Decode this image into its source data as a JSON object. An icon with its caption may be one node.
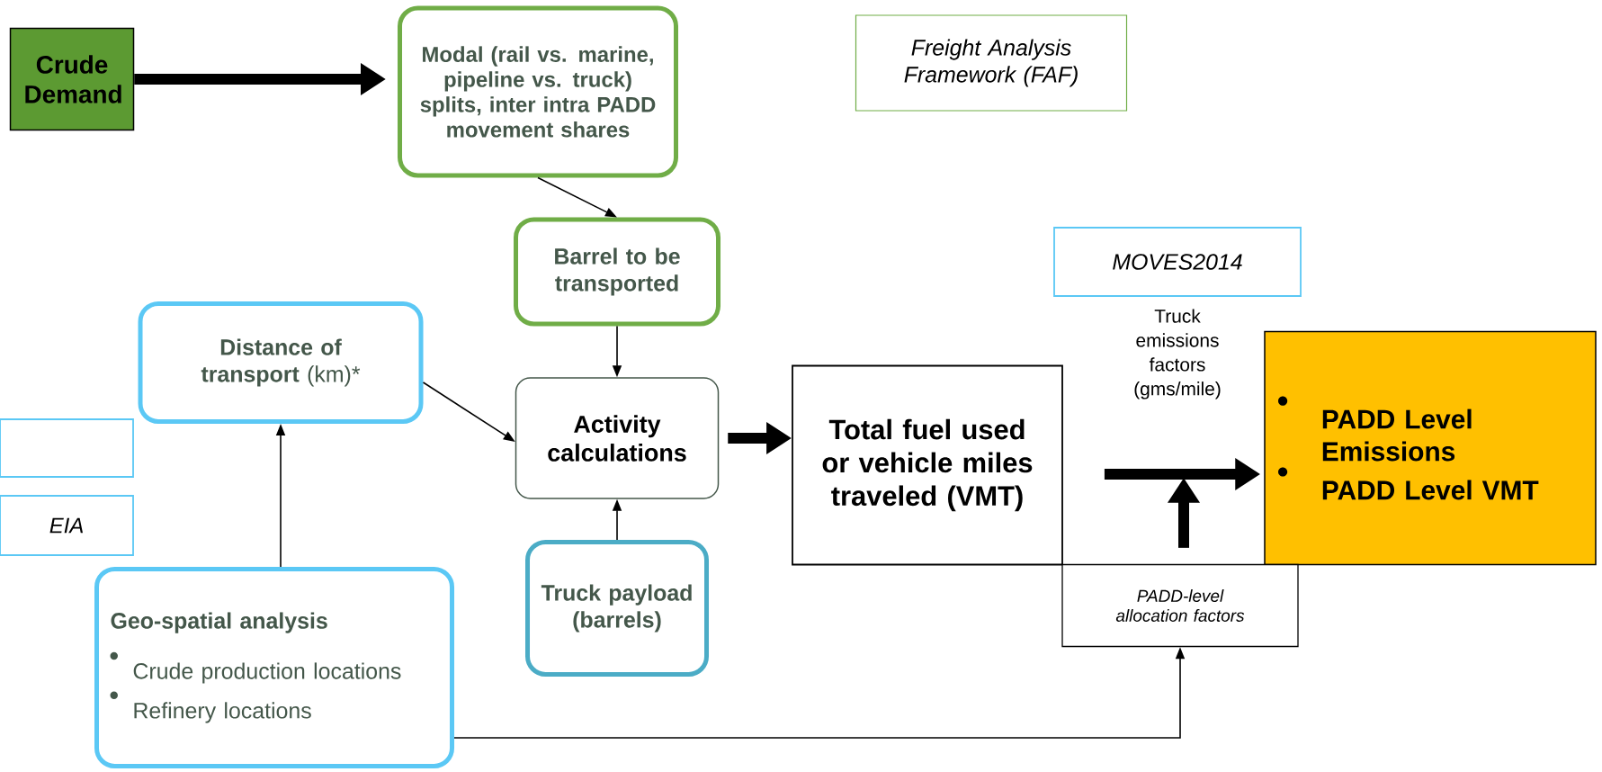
{
  "diagram": {
    "nodes": [
      {
        "text": [
          "Crude Demand"
        ]
      },
      {
        "text": [
          "Modal (rail vs. marine, pipeline vs. truck) splits, inter intra PADD movement shares"
        ]
      },
      {
        "text": [
          "Freight Analysis Framework (FAF)"
        ]
      },
      {
        "text": [
          "Barrel to be transported"
        ]
      },
      {
        "text": [
          "MOVES2014"
        ],
        "beside": [
          "Truck emissions factors (gms/mile)"
        ]
      },
      {
        "text": [
          "**Distance of transport** (km)*"
        ]
      },
      {
        "text": [
          "Activity calculations"
        ]
      },
      {
        "text": [
          "Total fuel used or vehicle miles traveled (VMT)"
        ]
      },
      {
        "text": [
          "PADD Level Emissions",
          "PADD Level VMT"
        ]
      },
      {
        "text": [],
        "shape": "box"
      },
      {
        "text": [
          "EIA"
        ]
      },
      {
        "text": [
          "Truck payload (barrels)"
        ]
      },
      {
        "text": [
          "PADD-level allocation factors"
        ]
      },
      {
        "text": [
          "Geo-spatial analysis",
          "Crude production locations",
          "Refinery locations"
        ]
      }
    ],
    "edges": [
      {
        "from": 0,
        "to": 1,
        "arrow": "to",
        "style": "thick"
      },
      {
        "from": 1,
        "to": 3,
        "arrow": "to"
      },
      {
        "from": 3,
        "to": 6,
        "arrow": "to"
      },
      {
        "from": 5,
        "to": 6,
        "arrow": "to"
      },
      {
        "from": 13,
        "to": 5,
        "arrow": "to"
      },
      {
        "from": 11,
        "to": 6,
        "arrow": "to"
      },
      {
        "from": 6,
        "to": 7,
        "arrow": "to",
        "style": "thick"
      },
      {
        "from": 7,
        "to": 8,
        "arrow": "to",
        "style": "thick"
      },
      {
        "from": 12,
        "to": null,
        "arrow": "to",
        "style": "thick"
      },
      {
        "from": 13,
        "to": 12,
        "arrow": "to"
      }
    ]
  }
}
